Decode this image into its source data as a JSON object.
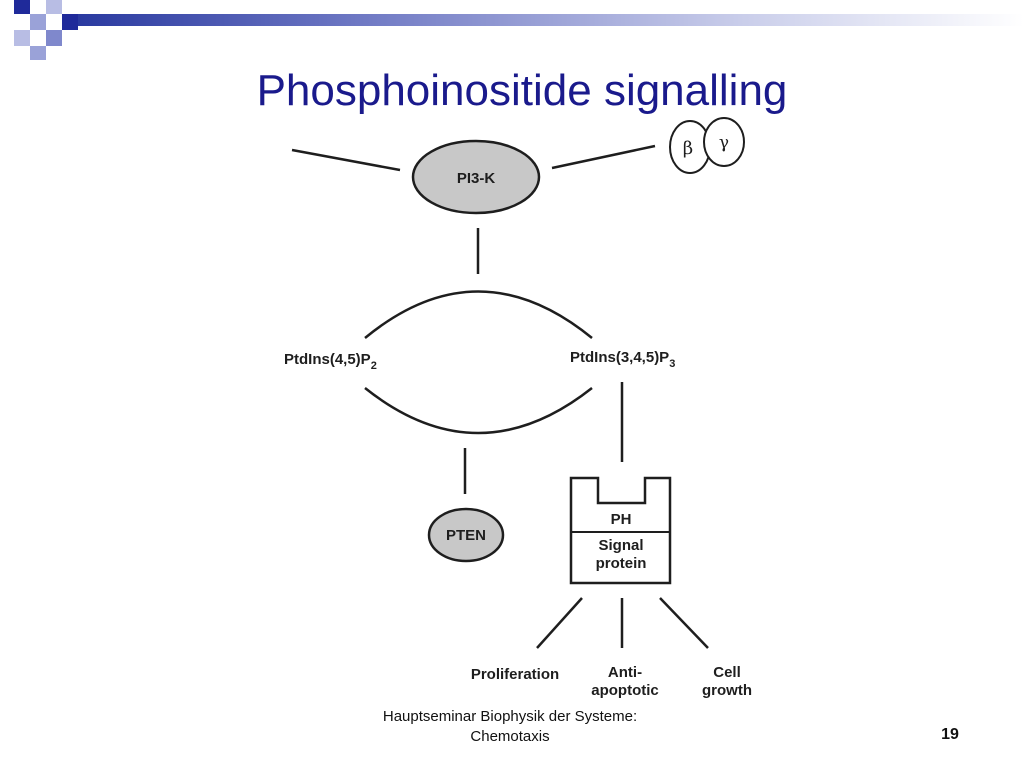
{
  "slide": {
    "title": "Phosphoinositide signalling",
    "footer_line1": "Hauptseminar Biophysik der Systeme:",
    "footer_line2": "Chemotaxis",
    "page_number": "19",
    "accent_color": "#1a1a8c",
    "decoration_color": "#2a3aa0"
  },
  "diagram": {
    "pi3k": "PI3-K",
    "beta": "β",
    "gamma": "γ",
    "pip2_main": "PtdIns(4,5)P",
    "pip2_sub": "2",
    "pip3_main": "PtdIns(3,4,5)P",
    "pip3_sub": "3",
    "pten": "PTEN",
    "ph": "PH",
    "signal_line1": "Signal",
    "signal_line2": "protein",
    "proliferation": "Proliferation",
    "anti_line1": "Anti-",
    "anti_line2": "apoptotic",
    "cell_line1": "Cell",
    "cell_line2": "growth"
  }
}
